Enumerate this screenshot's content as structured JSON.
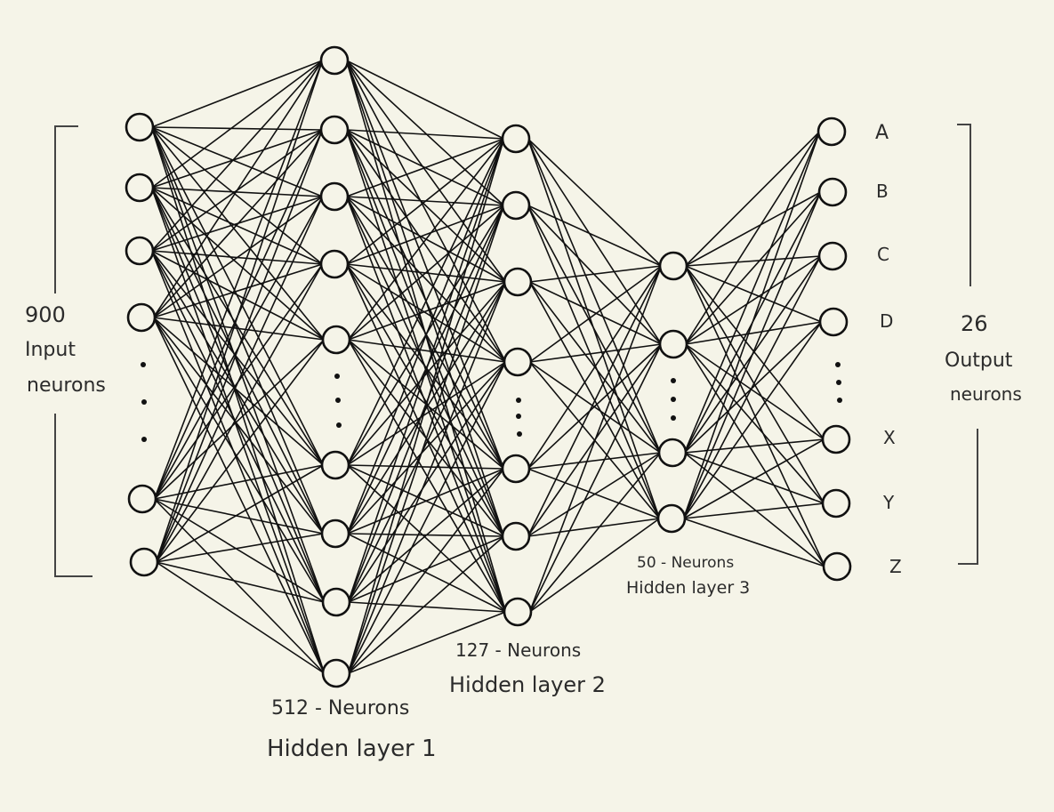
{
  "labels": {
    "input_count": "900",
    "input_line1": "Input",
    "input_line2": "neurons",
    "h1_count": "512 - Neurons",
    "h1_name": "Hidden layer 1",
    "h2_count": "127 - Neurons",
    "h2_name": "Hidden layer 2",
    "h3_count": "50 - Neurons",
    "h3_name": "Hidden layer 3",
    "output_count": "26",
    "output_line1": "Output",
    "output_line2": "neurons"
  },
  "output_letters": [
    "A",
    "B",
    "C",
    "D",
    "X",
    "Y",
    "Z"
  ],
  "colors": {
    "background": "#f5f4e8",
    "ink": "#111111",
    "text": "#2b2b2b"
  }
}
